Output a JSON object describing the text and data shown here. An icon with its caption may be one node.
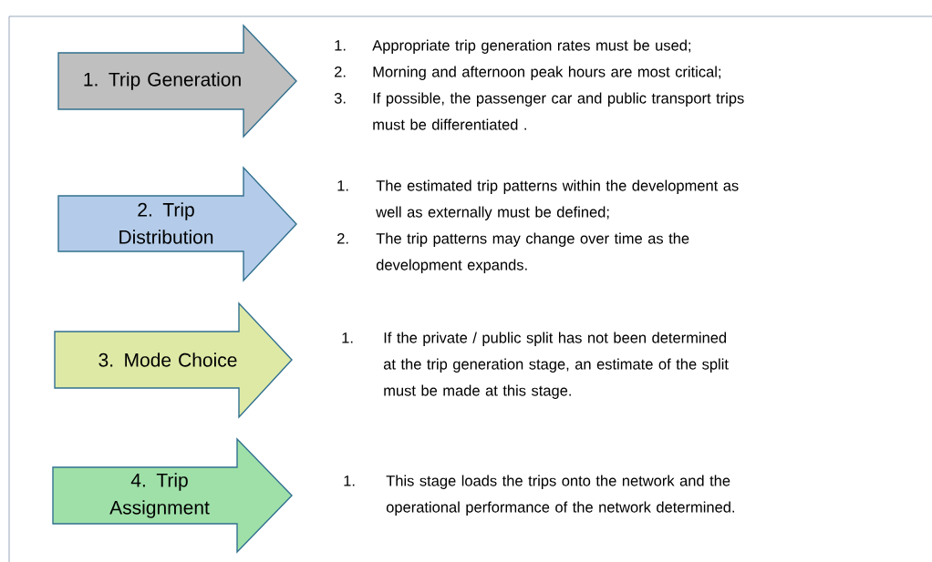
{
  "diagram": {
    "nodes": [
      {
        "text": [
          "1. Trip Generation"
        ]
      },
      {
        "text": [
          "2. Trip Distribution"
        ]
      },
      {
        "text": [
          "3. Mode Choice"
        ]
      },
      {
        "text": [
          "4. Trip Assignment"
        ]
      }
    ],
    "labels": [
      "1.",
      "Appropriate trip generation rates must be used;",
      "2.",
      "Morning and afternoon peak hours are most critical;",
      "3.",
      "If possible, the passenger car and public transport trips must be differentiated .",
      "1.",
      "The estimated trip patterns within the development as well as externally must be defined;",
      "2.",
      "The trip patterns may change over time as the development expands.",
      "1.",
      "If the private / public split has not been determined at the trip generation stage, an estimate of the split must be made at this stage.",
      "1.",
      "This stage loads the trips onto the network and the operational performance of the network determined."
    ]
  }
}
